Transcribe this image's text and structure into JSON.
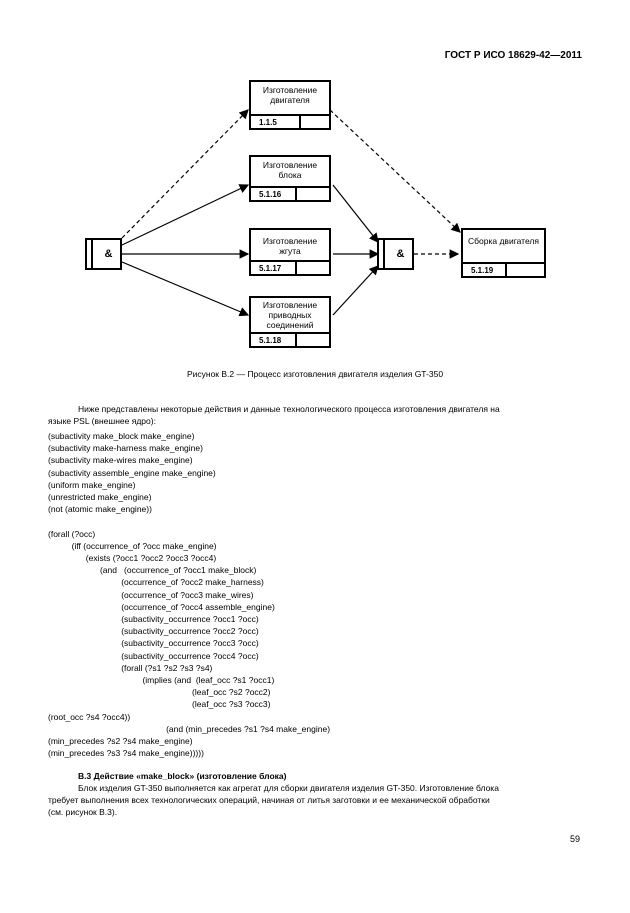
{
  "header": "ГОСТ Р ИСО 18629-42—2011",
  "diagram": {
    "boxes": [
      {
        "name": "box-engine-make",
        "label": "Изготовление двигателя",
        "id": "1.1.5"
      },
      {
        "name": "box-block-make",
        "label": "Изготовление блока",
        "id": "5.1.16"
      },
      {
        "name": "box-harness-make",
        "label": "Изготовление жгута",
        "id": "5.1.17"
      },
      {
        "name": "box-wires-make",
        "label": "Изготовление приводных соединений",
        "id": "5.1.18"
      },
      {
        "name": "box-assembly",
        "label": "Сборка двигателя",
        "id": "5.1.19"
      }
    ],
    "junction_left": "&",
    "junction_right": "&"
  },
  "caption": "Рисунок В.2 — Процесс изготовления двигателя изделия GT-350",
  "body": {
    "intro1": "Ниже представлены некоторые действия и данные технологического процесса изготовления двигателя на",
    "intro2": "языке PSL (внешнее ядро):",
    "code": [
      "(subactivity make_block make_engine)",
      "(subactivity make-harness make_engine)",
      "(subactivity make-wires make_engine)",
      "(subactivity assemble_engine make_engine)",
      "(uniform make_engine)",
      "(unrestricted make_engine)",
      "(not (atomic make_engine))",
      "",
      "(forall (?occ)",
      "          (iff (occurrence_of ?occ make_engine)",
      "                (exists (?occ1 ?occ2 ?occ3 ?occ4)",
      "                      (and   (occurrence_of ?occ1 make_block)",
      "                               (occurrence_of ?occ2 make_harness)",
      "                               (occurrence_of ?occ3 make_wires)",
      "                               (occurrence_of ?occ4 assemble_engine)",
      "                               (subactivity_occurrence ?occ1 ?occ)",
      "                               (subactivity_occurrence ?occ2 ?occ)",
      "                               (subactivity_occurrence ?occ3 ?occ)",
      "                               (subactivity_occurrence ?occ4 ?occ)",
      "                               (forall (?s1 ?s2 ?s3 ?s4)",
      "                                        (implies (and  (leaf_occ ?s1 ?occ1)",
      "                                                             (leaf_occ ?s2 ?occ2)",
      "                                                             (leaf_occ ?s3 ?occ3)",
      "(root_occ ?s4 ?occ4))",
      "                                                  (and (min_precedes ?s1 ?s4 make_engine)",
      "(min_precedes ?s2 ?s4 make_engine)",
      "(min_precedes ?s3 ?s4 make_engine)))))"
    ],
    "section_heading": "В.3 Действие «make_block» (изготовление блока)",
    "para1": "Блок изделия GT-350 выполняется как агрегат для сборки двигателя изделия GT-350. Изготовление блока",
    "para2": "требует выполнения всех технологических операций, начиная от литья заготовки и ее механической обработки",
    "para3": "(см. рисунок В.3)."
  },
  "page_number": "59"
}
